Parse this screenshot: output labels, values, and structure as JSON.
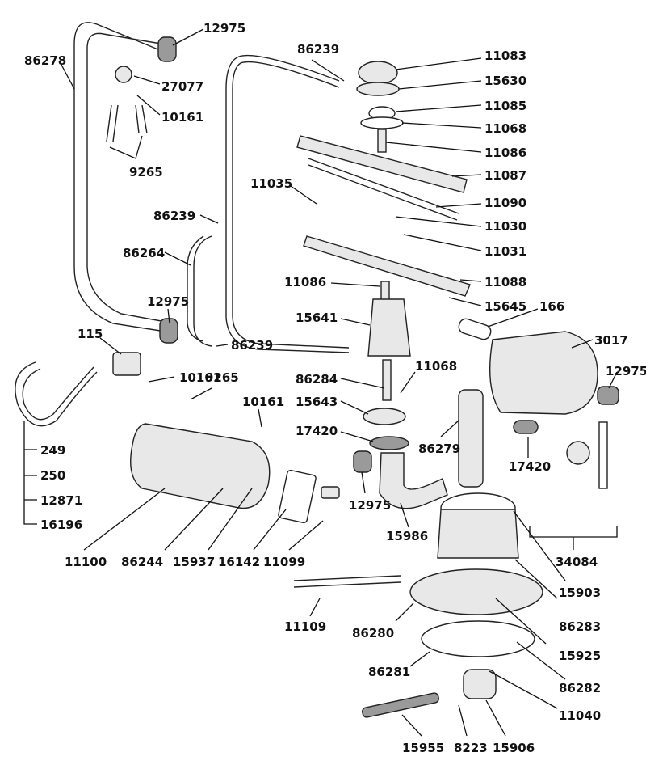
{
  "part_labels": [
    "12975",
    "86278",
    "86239",
    "11083",
    "15630",
    "27077",
    "10161",
    "11085",
    "11068",
    "9265",
    "11086",
    "11087",
    "11035",
    "11090",
    "86239",
    "86264",
    "11030",
    "11031",
    "11088",
    "11086",
    "15645",
    "12975",
    "166",
    "15641",
    "3017",
    "115",
    "86239",
    "11068",
    "12975",
    "10161",
    "9265",
    "86284",
    "15643",
    "10161",
    "17420",
    "86279",
    "17420",
    "249",
    "250",
    "12871",
    "16196",
    "12975",
    "15986",
    "11100",
    "86244",
    "15937",
    "16142",
    "11099",
    "34084",
    "15903",
    "11109",
    "86280",
    "86283",
    "15925",
    "86281",
    "86282",
    "11040",
    "15955",
    "8223",
    "15906"
  ],
  "palette": {
    "line": "#111111",
    "part_fill": "#e8e8e8",
    "dark_fill": "#9a9a9a",
    "background": "#ffffff"
  }
}
